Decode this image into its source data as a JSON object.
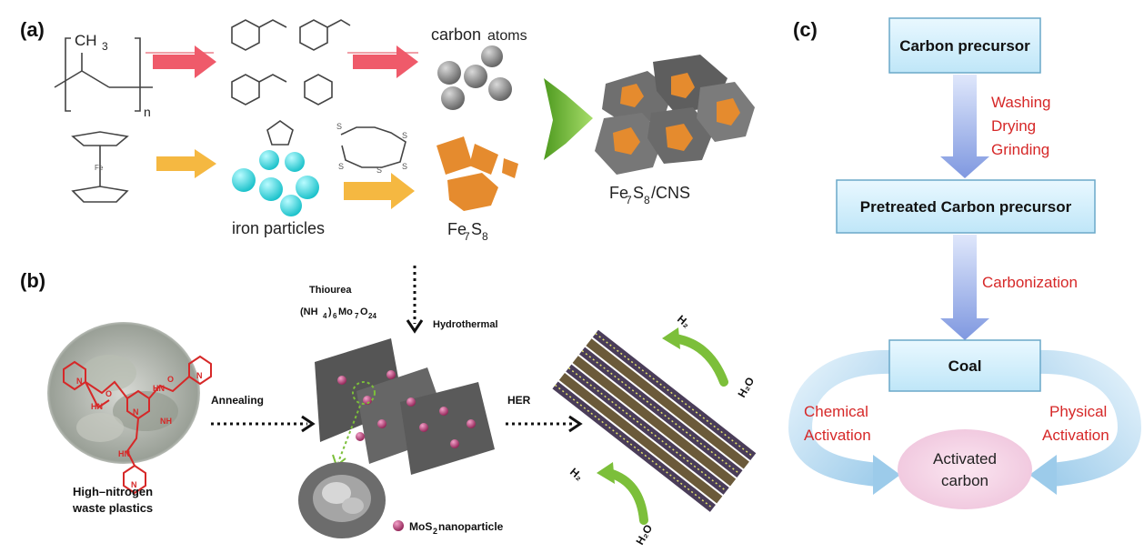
{
  "panels": {
    "a": {
      "label": "(a)",
      "polymer_group": "CH",
      "polymer_sub": "3",
      "polymer_n": "n",
      "carbon_atoms_main": "carbon",
      "carbon_atoms_small": "atoms",
      "iron_particles": "iron particles",
      "fe7s8_fe": "Fe",
      "fe7s8_7": "7",
      "fe7s8_s": "S",
      "fe7s8_8": "8",
      "ferrocene_fe": "Fe",
      "sulfur_s": "S",
      "product_fe": "Fe",
      "product_7": "7",
      "product_s": "S",
      "product_8": "8",
      "product_cns": "/CNS"
    },
    "b": {
      "label": "(b)",
      "thiourea": "Thiourea",
      "reagent_prefix": "(NH",
      "reagent_4": "4",
      "reagent_mid": ")",
      "reagent_6": "6",
      "reagent_mo": "Mo",
      "reagent_7": "7",
      "reagent_o": "O",
      "reagent_24": "24",
      "hydrothermal": "Hydrothermal",
      "annealing": "Annealing",
      "her": "HER",
      "plastics_line1": "High–nitrogen",
      "plastics_line2": "waste plastics",
      "mos2_mo": "MoS",
      "mos2_2": "2",
      "mos2_rest": " nanoparticle",
      "h2_top": "H₂",
      "h2o_top": "H₂O",
      "h2_bottom": "H₂",
      "h2o_bottom": "H₂O",
      "n_label": "N",
      "hn_label": "HN",
      "nh_label": "NH",
      "o_label": "O"
    },
    "c": {
      "label": "(c)",
      "box1": "Carbon precursor",
      "step1": [
        "Washing",
        "Drying",
        "Grinding"
      ],
      "box2": "Pretreated Carbon precursor",
      "step2": "Carbonization",
      "box3": "Coal",
      "left_activation": [
        "Chemical",
        "Activation"
      ],
      "right_activation": [
        "Physical",
        "Activation"
      ],
      "final": [
        "Activated",
        "carbon"
      ]
    }
  },
  "colors": {
    "red_arrow": "#ef5a6a",
    "yellow_arrow": "#f5b841",
    "green_arrow": "#7cbf3a",
    "cyan_particle": "#33d6dc",
    "orange_fe7s8": "#e58b2e",
    "gray_atom": "#8a8a8a",
    "box_fill": "#cfeefb",
    "box_stroke": "#6aa8c9",
    "flow_arrow": "#8da4e6",
    "step_text": "#d62828",
    "activated_fill": "#f3d3e6",
    "mos2_particle": "#b0306a"
  }
}
